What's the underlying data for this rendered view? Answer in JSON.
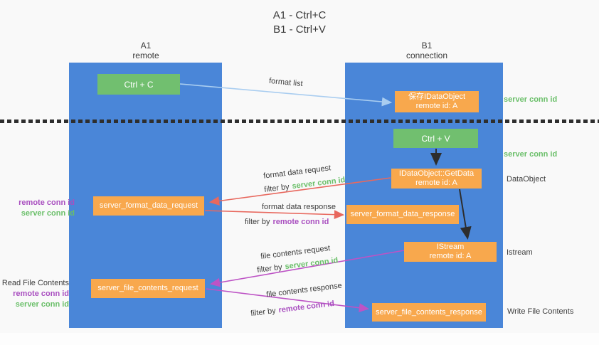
{
  "title": {
    "line1": "A1 - Ctrl+C",
    "line2": "B1 - Ctrl+V"
  },
  "colors": {
    "column_blue": "#4a86d8",
    "box_green": "#71bf6f",
    "box_orange": "#f8a84d",
    "arrow_light_blue": "#a9cdf0",
    "arrow_red": "#e8685e",
    "arrow_magenta": "#bd53c5",
    "arrow_black": "#2d2d2d",
    "text_green": "#6abf69",
    "text_purple": "#a94fc0"
  },
  "columns": {
    "left": {
      "name": "A1",
      "subtitle": "remote"
    },
    "right": {
      "name": "B1",
      "subtitle": "connection"
    }
  },
  "nodes": {
    "ctrl_c": "Ctrl + C",
    "ctrl_v": "Ctrl + V",
    "save_dataobject": {
      "line1": "保存IDataObject",
      "line2": "remote id: A"
    },
    "getdata": {
      "line1": "IDataObject::GetData",
      "line2": "remote id: A"
    },
    "istream": {
      "line1": "IStream",
      "line2": "remote id: A"
    },
    "format_request_box": "server_format_data_request",
    "format_response_box": "server_format_data_response",
    "file_request_box": "server_file_contents_request",
    "file_response_box": "server_file_contents_response"
  },
  "labels": {
    "format_list": "format list",
    "server_conn_id_top": "server conn id",
    "server_conn_id_mid": "server conn id",
    "dataobject": "DataObject",
    "istream": "Istream",
    "read_file_contents": "Read File Contents",
    "write_file_contents": "Write File Contents",
    "left_mid": {
      "purple": "remote conn id",
      "green": "server conn id"
    },
    "left_bottom": {
      "purple": "remote conn id",
      "green": "server conn id"
    }
  },
  "messages": {
    "format_request": {
      "text": "format data request",
      "filter_prefix": "filter by",
      "filter_key": "server conn id"
    },
    "format_response": {
      "text": "format data response",
      "filter_prefix": "filter by",
      "filter_key": "remote conn id"
    },
    "file_request": {
      "text": "file contents request",
      "filter_prefix": "filter by",
      "filter_key": "server conn id"
    },
    "file_response": {
      "text": "file contents response",
      "filter_prefix": "filter by",
      "filter_key": "remote conn id"
    }
  }
}
